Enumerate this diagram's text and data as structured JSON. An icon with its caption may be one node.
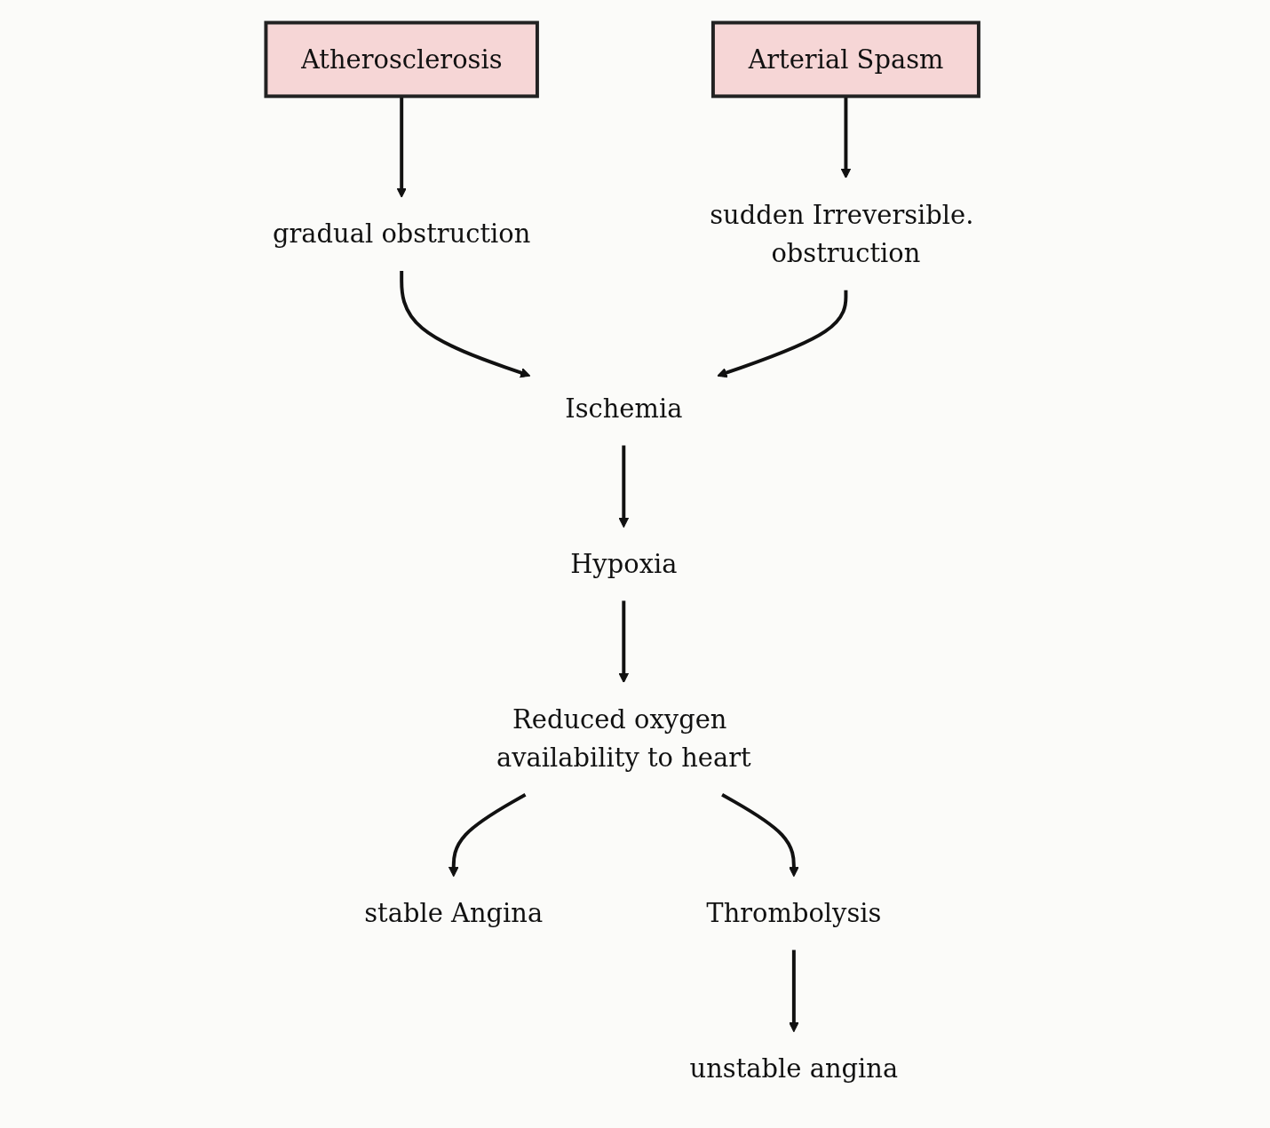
{
  "diagram": {
    "nodes": [
      {
        "text": [
          "Atherosclerosis"
        ]
      },
      {
        "text": [
          "Arterial Spasm"
        ]
      },
      {
        "text": [
          "gradual obstruction"
        ]
      },
      {
        "text": [
          "sudden Irreversible. obstruction"
        ]
      },
      {
        "text": [
          "Ischemia"
        ]
      },
      {
        "text": [
          "Hypoxia"
        ]
      },
      {
        "text": [
          "Reduced oxygen availability to heart"
        ]
      },
      {
        "text": [
          "stable Angina"
        ]
      },
      {
        "text": [
          "Thrombolysis"
        ]
      },
      {
        "text": [
          "unstable angina"
        ]
      }
    ],
    "edges": [
      {
        "from": 0,
        "to": 2,
        "arrow": "to"
      },
      {
        "from": 1,
        "to": 3,
        "arrow": "to"
      },
      {
        "from": 2,
        "to": 4,
        "arrow": "to"
      },
      {
        "from": 3,
        "to": 4,
        "arrow": "to"
      },
      {
        "from": 4,
        "to": 5,
        "arrow": "to"
      },
      {
        "from": 5,
        "to": 6,
        "arrow": "to"
      },
      {
        "from": 6,
        "to": 7,
        "arrow": "to"
      },
      {
        "from": 6,
        "to": 8,
        "arrow": "to"
      },
      {
        "from": 8,
        "to": 9,
        "arrow": "to"
      }
    ]
  }
}
